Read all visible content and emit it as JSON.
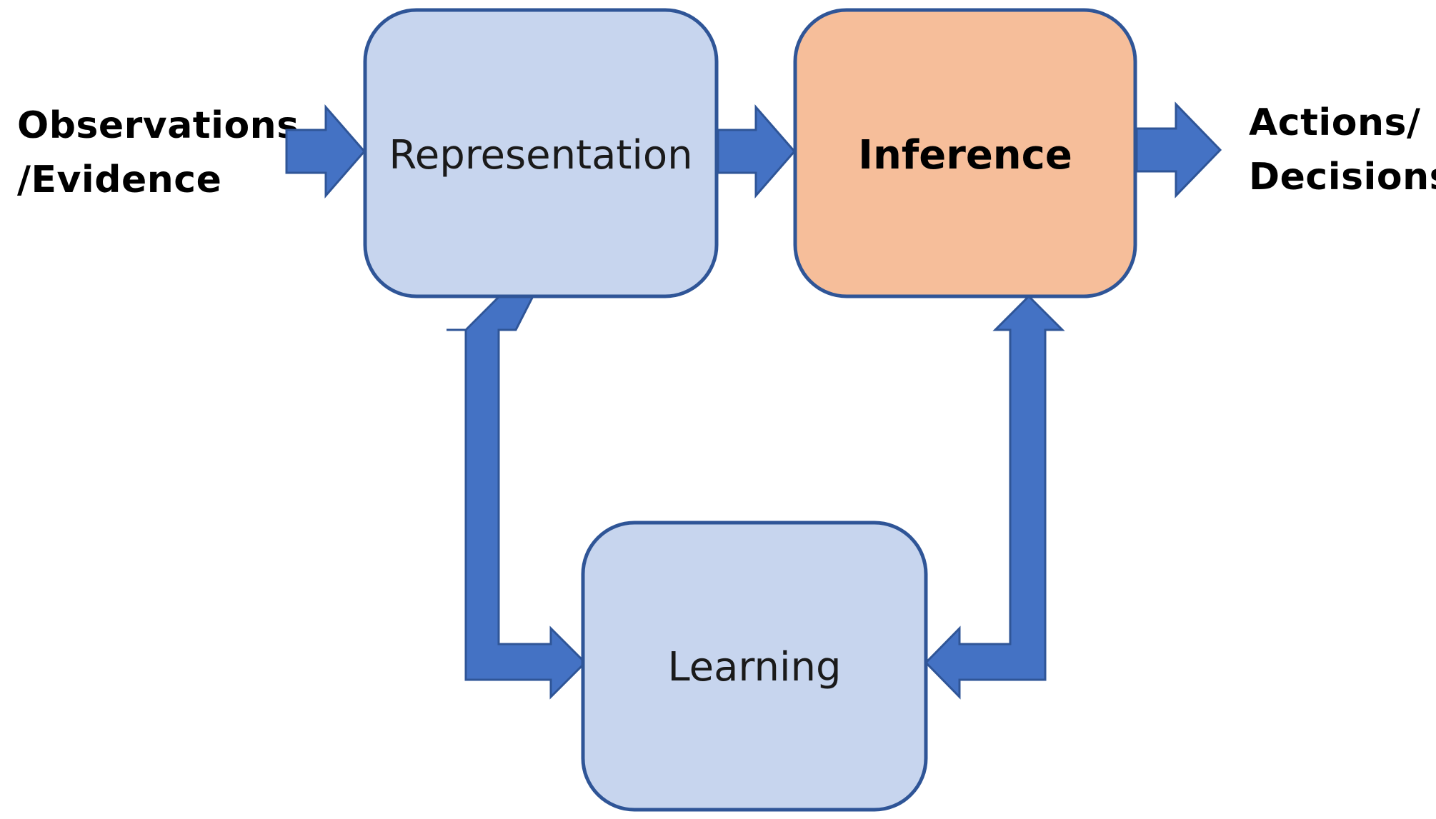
{
  "input_label": {
    "line1": "Observations",
    "line2": "/Evidence"
  },
  "output_label": {
    "line1": "Actions/",
    "line2": "Decisions"
  },
  "boxes": {
    "representation": {
      "label": "Representation",
      "fill": "#c7d5ee"
    },
    "inference": {
      "label": "Inference",
      "fill": "#f6be9a"
    },
    "learning": {
      "label": "Learning",
      "fill": "#c7d5ee"
    }
  },
  "colors": {
    "arrow_fill": "#4472c4",
    "arrow_stroke": "#2f5597",
    "box_border": "#2f5597"
  }
}
